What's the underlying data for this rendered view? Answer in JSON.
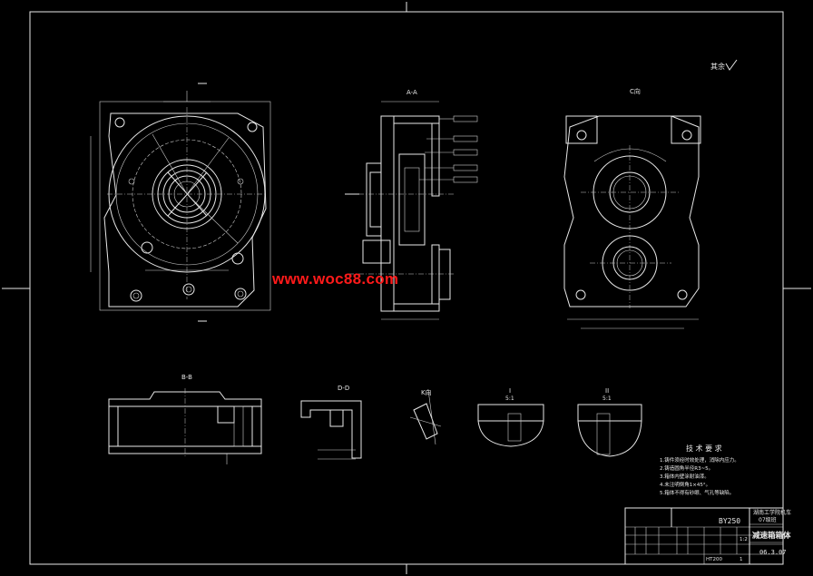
{
  "drawing": {
    "roughness_note": "其余",
    "views": {
      "section_aa": "A-A",
      "view_c": "C向",
      "section_bb": "B-B",
      "section_dd": "D-D",
      "view_k": "K向",
      "detail_1": "I",
      "detail_2": "II"
    },
    "detail_scales": {
      "d1": "5:1",
      "d2": "5:1"
    },
    "tech_requirements": {
      "heading": "技 术 要 求",
      "items": [
        "1.铸件须经时效处理，消除内应力。",
        "2.铸造圆角半径R3~5。",
        "3.箱体内壁涂耐油漆。",
        "4.未注明倒角1×45°。",
        "5.箱体不得有砂眼、气孔等缺陷。"
      ]
    },
    "title_block": {
      "drawing_no": "BY250",
      "school": "湖南工学院机车",
      "class": "07级班",
      "part_name": "减速箱箱体",
      "scale": "1:2",
      "material": "HT200",
      "date": "06.3.07",
      "quantity": "1"
    },
    "watermark": "www.woc88.com"
  }
}
